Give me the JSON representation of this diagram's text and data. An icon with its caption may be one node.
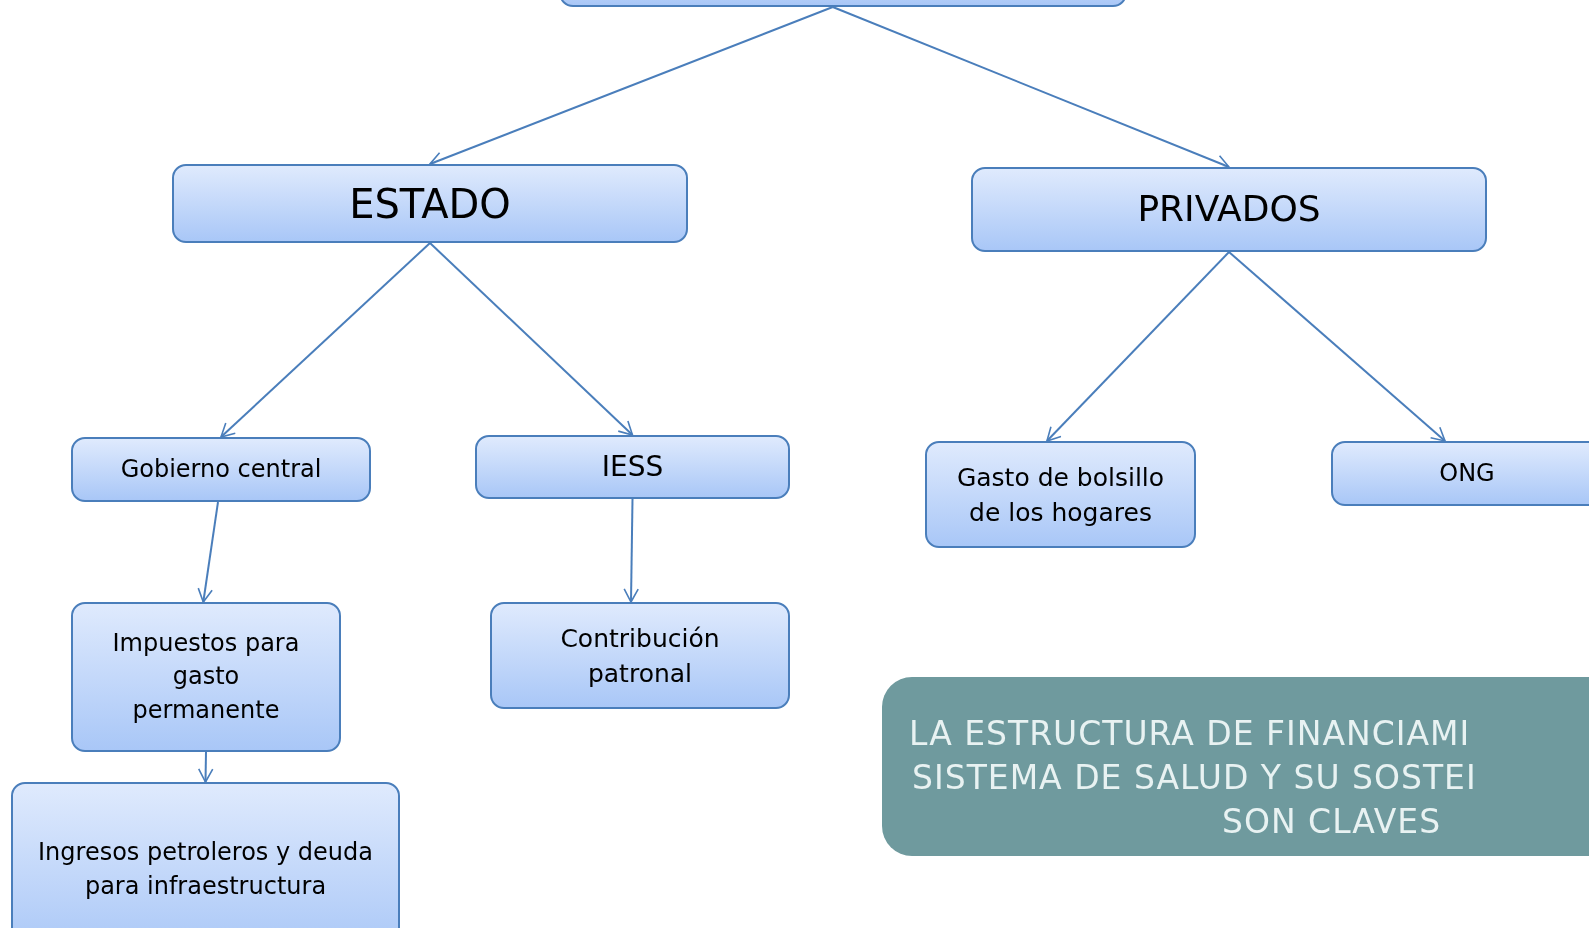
{
  "diagram": {
    "nodes": [
      {
        "text": [],
        "shape": "box"
      },
      {
        "text": [
          "ESTADO"
        ]
      },
      {
        "text": [
          "PRIVADOS"
        ]
      },
      {
        "text": [
          "Gobierno central"
        ]
      },
      {
        "text": [
          "IESS"
        ]
      },
      {
        "text": [
          "Gasto de bolsillo de los hogares"
        ]
      },
      {
        "text": [
          "ONG"
        ]
      },
      {
        "text": [
          "Impuestos para gasto permanente"
        ]
      },
      {
        "text": [
          "Contribución patronal"
        ]
      },
      {
        "text": [
          "Ingresos petroleros y deuda para infraestructura"
        ]
      },
      {
        "text": [
          "LA ESTRUCTURA DE FINANCIAMI",
          "SISTEMA DE SALUD Y SU SOSTEI",
          "SON CLAVES"
        ]
      }
    ],
    "edges": [
      {
        "from": 0,
        "to": 1,
        "arrow": "to"
      },
      {
        "from": 0,
        "to": 2,
        "arrow": "to"
      },
      {
        "from": 1,
        "to": 3,
        "arrow": "to"
      },
      {
        "from": 1,
        "to": 4,
        "arrow": "to"
      },
      {
        "from": 2,
        "to": 5,
        "arrow": "to"
      },
      {
        "from": 2,
        "to": 6,
        "arrow": "to"
      },
      {
        "from": 3,
        "to": 7,
        "arrow": "to"
      },
      {
        "from": 4,
        "to": 8,
        "arrow": "to"
      },
      {
        "from": 7,
        "to": 9,
        "arrow": "to"
      }
    ]
  }
}
